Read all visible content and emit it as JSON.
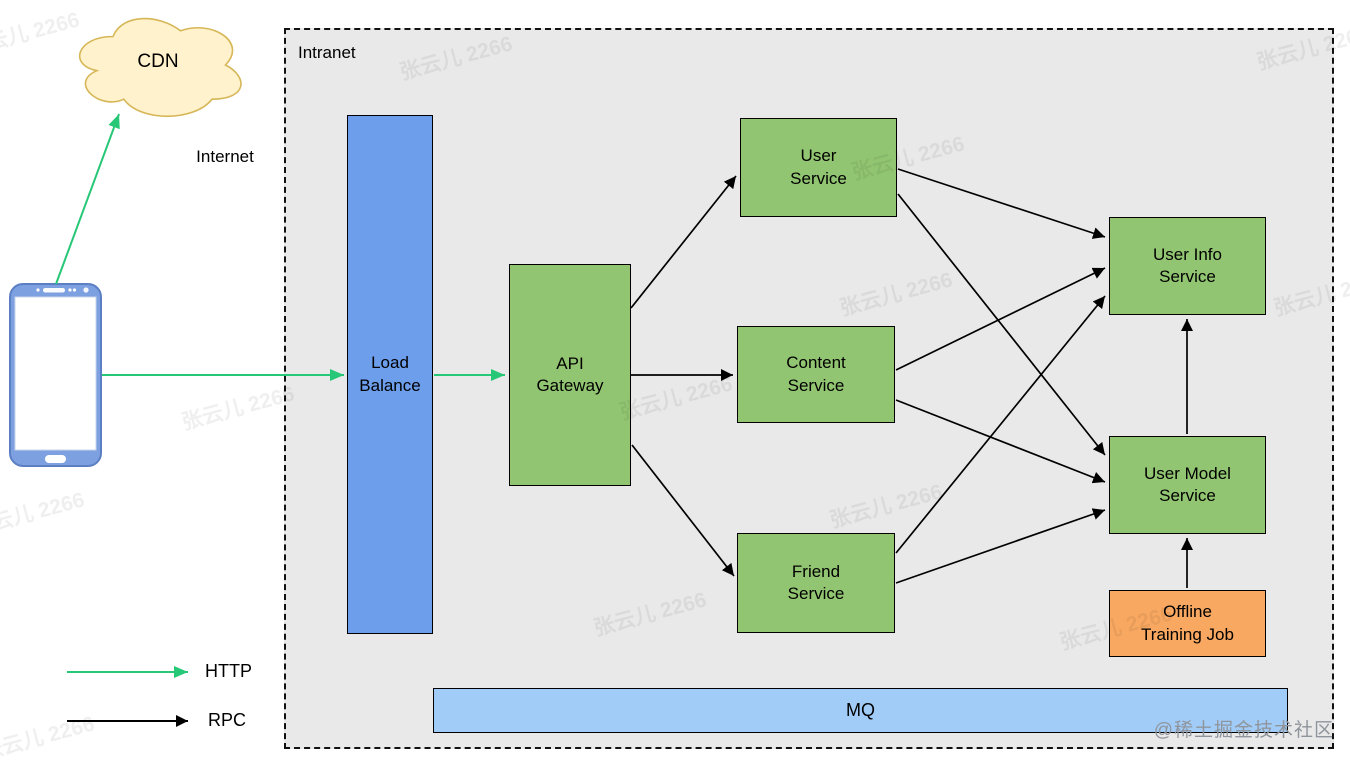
{
  "labels": {
    "intranet": "Intranet",
    "internet": "Internet"
  },
  "nodes": {
    "cdn": "CDN",
    "load_balance": "Load\nBalance",
    "api_gateway": "API\nGateway",
    "user_service": "User\nService",
    "content_service": "Content\nService",
    "friend_service": "Friend\nService",
    "user_info_service": "User Info\nService",
    "user_model_service": "User Model\nService",
    "offline_training_job": "Offline\nTraining Job",
    "mq": "MQ"
  },
  "legend": {
    "http": "HTTP",
    "rpc": "RPC"
  },
  "edges": [
    {
      "from": "mobile-client",
      "to": "cdn",
      "protocol": "HTTP"
    },
    {
      "from": "mobile-client",
      "to": "load_balance",
      "protocol": "HTTP"
    },
    {
      "from": "load_balance",
      "to": "api_gateway",
      "protocol": "HTTP"
    },
    {
      "from": "api_gateway",
      "to": "user_service",
      "protocol": "RPC"
    },
    {
      "from": "api_gateway",
      "to": "content_service",
      "protocol": "RPC"
    },
    {
      "from": "api_gateway",
      "to": "friend_service",
      "protocol": "RPC"
    },
    {
      "from": "user_service",
      "to": "user_info_service",
      "protocol": "RPC"
    },
    {
      "from": "user_service",
      "to": "user_model_service",
      "protocol": "RPC"
    },
    {
      "from": "content_service",
      "to": "user_info_service",
      "protocol": "RPC"
    },
    {
      "from": "content_service",
      "to": "user_model_service",
      "protocol": "RPC"
    },
    {
      "from": "friend_service",
      "to": "user_info_service",
      "protocol": "RPC"
    },
    {
      "from": "friend_service",
      "to": "user_model_service",
      "protocol": "RPC"
    },
    {
      "from": "user_model_service",
      "to": "user_info_service",
      "protocol": "RPC"
    },
    {
      "from": "offline_training_job",
      "to": "user_model_service",
      "protocol": "RPC"
    }
  ],
  "colors": {
    "service_green": "#92C571",
    "load_balance_blue": "#6D9EEB",
    "mq_blue": "#A2CCF8",
    "job_orange": "#F8A861",
    "cloud_fill": "#FFF2CC",
    "cloud_stroke": "#D6B656",
    "http_arrow": "#26C776",
    "rpc_arrow": "#000000",
    "intranet_bg": "#E9E9E9"
  },
  "watermark": {
    "tile_text": "张云儿 2266",
    "site_credit": "@稀土掘金技术社区"
  }
}
